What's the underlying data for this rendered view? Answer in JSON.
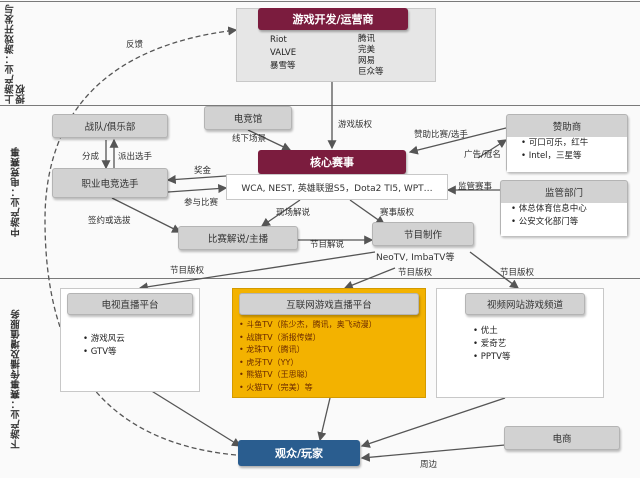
{
  "bands": {
    "upstream": "上游产业：游戏开发与授权",
    "midstream": "中游产业：电竞赛事",
    "downstream": "下游产业：赛事传播及增值服务"
  },
  "nodes": {
    "developer": "游戏开发/运营商",
    "developer_items_left": [
      "Riot",
      "VALVE",
      "暴雪等"
    ],
    "developer_items_right": [
      "腾讯",
      "完美",
      "网易",
      "巨众等"
    ],
    "core_event": "核心赛事",
    "core_event_detail": "WCA, NEST, 英雄联盟S5，Dota2 TI5, WPT…",
    "club": "战队/俱乐部",
    "pro_player": "职业电竞选手",
    "venue": "电竞馆",
    "commentary": "比赛解说/主播",
    "production": "节目制作",
    "production_detail": "NeoTV, ImbaTV等",
    "sponsor": "赞助商",
    "sponsor_items": [
      "可口可乐，红牛",
      "Intel，三星等"
    ],
    "regulator": "监管部门",
    "regulator_items": [
      "体总体育信息中心",
      "公安文化部门等"
    ],
    "ec_live": "电视直播平台",
    "ec_live_items": [
      "游戏风云",
      "GTV等"
    ],
    "internet_live": "互联网游戏直播平台",
    "internet_live_items": [
      "斗鱼TV（陈少杰，腾讯，奥飞动漫）",
      "战旗TV（浙报传媒）",
      "龙珠TV（腾讯）",
      "虎牙TV（YY）",
      "熊猫TV（王思聪）",
      "火猫TV（完美）等"
    ],
    "video_sites": "视频网站游戏频道",
    "video_sites_items": [
      "优土",
      "爱奇艺",
      "PPTV等"
    ],
    "audience": "观众/玩家",
    "ecommerce": "电商"
  },
  "edge_labels": {
    "feedback": "反馈",
    "game_rights": "游戏版权",
    "offline_venue": "线下场景",
    "sponsor_event": "赞助比赛/选手",
    "ad_title": "广告/冠名",
    "prize": "奖金",
    "participate": "参与比赛",
    "split": "分成",
    "send_players": "派出选手",
    "contract": "签约或选拔",
    "live_commentary": "现场解说",
    "event_rights": "赛事版权",
    "supervise": "监管赛事",
    "program_commentary": "节目解说",
    "program_rights_1": "节目版权",
    "program_rights_2": "节目版权",
    "program_rights_3": "节目版权",
    "merch": "周边"
  }
}
